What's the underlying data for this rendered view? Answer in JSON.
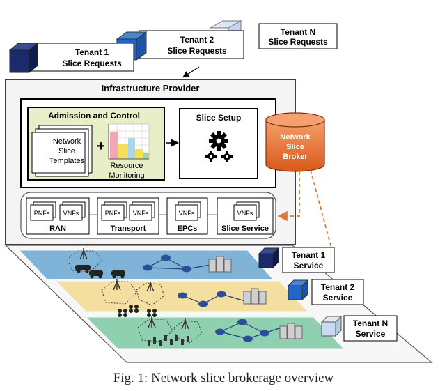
{
  "tenant_requests": {
    "tenant1": [
      "Tenant 1",
      "Slice Requests"
    ],
    "tenant2": [
      "Tenant 2",
      "Slice Requests"
    ],
    "tenantN": [
      "Tenant N",
      "Slice Requests"
    ]
  },
  "infra": {
    "title": "Infrastructure Provider",
    "admission_title": "Admission and Control",
    "templates": [
      "Network",
      "Slice",
      "Templates"
    ],
    "plus": "+",
    "resource_monitoring": [
      "Resource",
      "Monitoring"
    ],
    "slice_setup": "Slice Setup",
    "broker": [
      "Network",
      "Slice",
      "Broker"
    ]
  },
  "domains": [
    {
      "label": "RAN",
      "tags": [
        "PNFs",
        "VNFs"
      ]
    },
    {
      "label": "Transport",
      "tags": [
        "PNFs",
        "VNFs"
      ]
    },
    {
      "label": "EPCs",
      "tags": [
        "VNFs"
      ]
    },
    {
      "label": "Slice Service",
      "tags": [
        "VNFs"
      ]
    }
  ],
  "tenant_services": {
    "tenant1": [
      "Tenant 1",
      "Service"
    ],
    "tenant2": [
      "Tenant 2",
      "Service"
    ],
    "tenantN": [
      "Tenant N",
      "Service"
    ]
  },
  "caption": "Fig. 1: Network slice brokerage overview",
  "colors": {
    "admission_bg": "#e8eec8",
    "broker": "#e8702a",
    "layer1": "#7fb3d8",
    "layer2": "#f4dfa0",
    "layerN": "#8fd0b0",
    "tenant1_cube": "#1a2a6a",
    "tenant2_cube": "#2166c4",
    "tenantN_cube": "#c9daf2",
    "dashed_link": "#e07a30"
  }
}
